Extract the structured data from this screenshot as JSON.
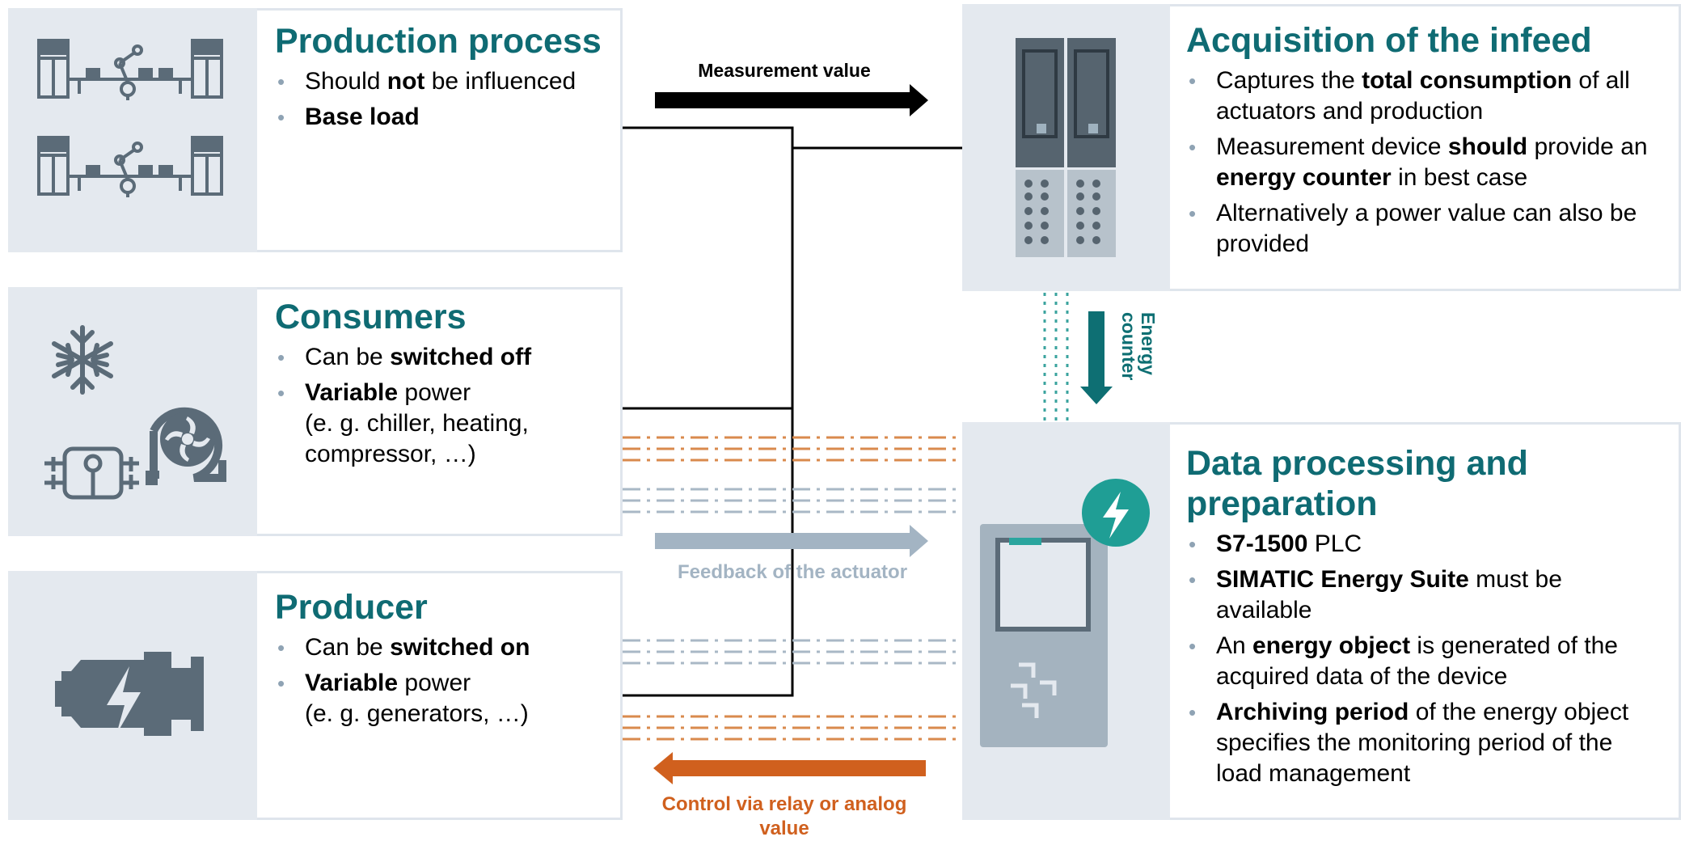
{
  "production": {
    "title": "Production process",
    "bullets": [
      [
        {
          "t": "Should "
        },
        {
          "t": "not",
          "b": true
        },
        {
          "t": " be influenced"
        }
      ],
      [
        {
          "t": "Base load",
          "b": true
        }
      ]
    ]
  },
  "consumers": {
    "title": "Consumers",
    "bullets": [
      [
        {
          "t": "Can be "
        },
        {
          "t": "switched off",
          "b": true
        }
      ],
      [
        {
          "t": "Variable",
          "b": true
        },
        {
          "t": " power"
        },
        {
          "br": true
        },
        {
          "t": "(e. g. chiller, heating,"
        },
        {
          "br": true
        },
        {
          "t": "compressor, …)"
        }
      ]
    ]
  },
  "producer": {
    "title": "Producer",
    "bullets": [
      [
        {
          "t": "Can be "
        },
        {
          "t": "switched on",
          "b": true
        }
      ],
      [
        {
          "t": "Variable",
          "b": true
        },
        {
          "t": " power"
        },
        {
          "br": true
        },
        {
          "t": "(e. g. generators, …)"
        }
      ]
    ]
  },
  "acquisition": {
    "title": "Acquisition of the infeed",
    "bullets": [
      [
        {
          "t": "Captures the "
        },
        {
          "t": "total consumption",
          "b": true
        },
        {
          "t": " of all actuators and production"
        }
      ],
      [
        {
          "t": "Measurement device "
        },
        {
          "t": "should",
          "b": true
        },
        {
          "t": " provide an "
        },
        {
          "t": "energy counter",
          "b": true
        },
        {
          "t": " in best case"
        }
      ],
      [
        {
          "t": "Alternatively a power value can also be provided"
        }
      ]
    ]
  },
  "processing": {
    "title_line1": "Data processing and",
    "title_line2": "preparation",
    "bullets": [
      [
        {
          "t": "S7-1500",
          "b": true
        },
        {
          "t": " PLC"
        }
      ],
      [
        {
          "t": "SIMATIC Energy Suite",
          "b": true
        },
        {
          "t": " must be available"
        }
      ],
      [
        {
          "t": "An "
        },
        {
          "t": "energy object",
          "b": true
        },
        {
          "t": " is generated of the acquired data of the device"
        }
      ],
      [
        {
          "t": "Archiving period",
          "b": true
        },
        {
          "t": " of the energy object specifies the monitoring period of the load management"
        }
      ]
    ]
  },
  "arrows": {
    "measurement_label": "Measurement value",
    "feedback_label": "Feedback of the actuator",
    "control_label": "Control via relay or analog value",
    "energy_label_line1": "Energy",
    "energy_label_line2": "counter"
  },
  "colors": {
    "title_teal": "#0f6b73",
    "icon_gray": "#5b6b78",
    "panel_tint": "#e4e9ef",
    "feedback_blue": "#a3b4c3",
    "control_orange": "#d0601e",
    "energy_teal": "#0e6f73",
    "dotted_teal": "#3aa39e"
  },
  "icons": [
    "production-line-icon",
    "snowflake-icon",
    "fan-icon",
    "compressor-icon",
    "generator-icon",
    "power-meter-icon",
    "plc-icon",
    "energy-badge-icon"
  ]
}
